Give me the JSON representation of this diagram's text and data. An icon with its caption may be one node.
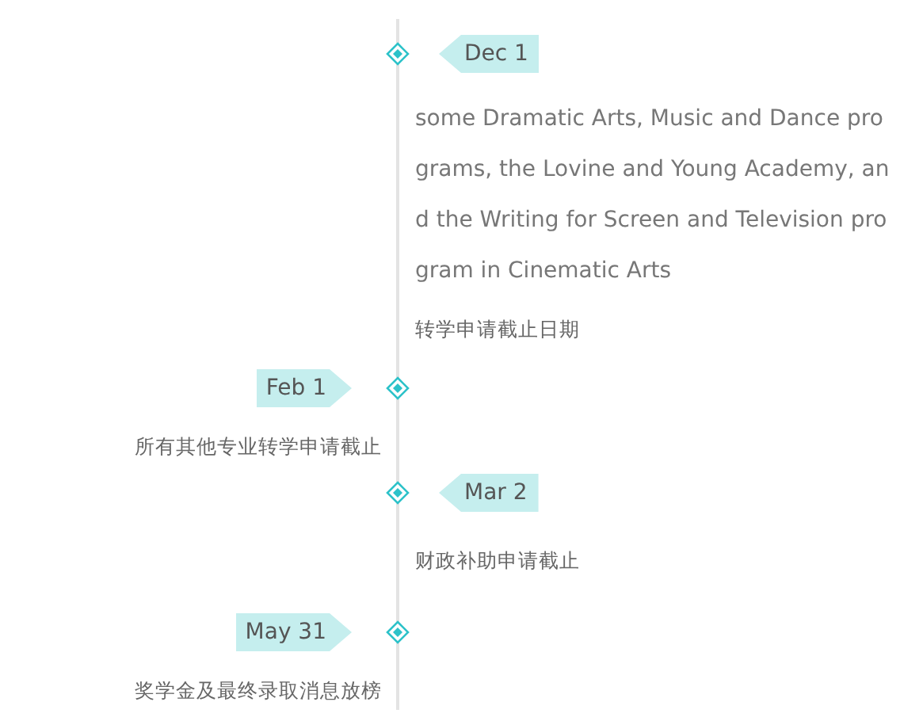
{
  "diagram": {
    "nodes": [
      {
        "text": [
          "Dec 1"
        ],
        "beside": [
          "some Dramatic Arts, Music and Dance programs, the Lovine and Young Academy, and the Writing for Screen and Television program in Cinematic Arts",
          "转学申请截止日期"
        ]
      },
      {
        "text": [
          "Feb 1"
        ],
        "beside": [
          "所有其他专业转学申请截止"
        ]
      },
      {
        "text": [
          "Mar 2"
        ],
        "beside": [
          "财政补助申请截止"
        ]
      },
      {
        "text": [
          "May 31"
        ],
        "beside": [
          "奖学金及最终录取消息放榜"
        ]
      }
    ]
  }
}
